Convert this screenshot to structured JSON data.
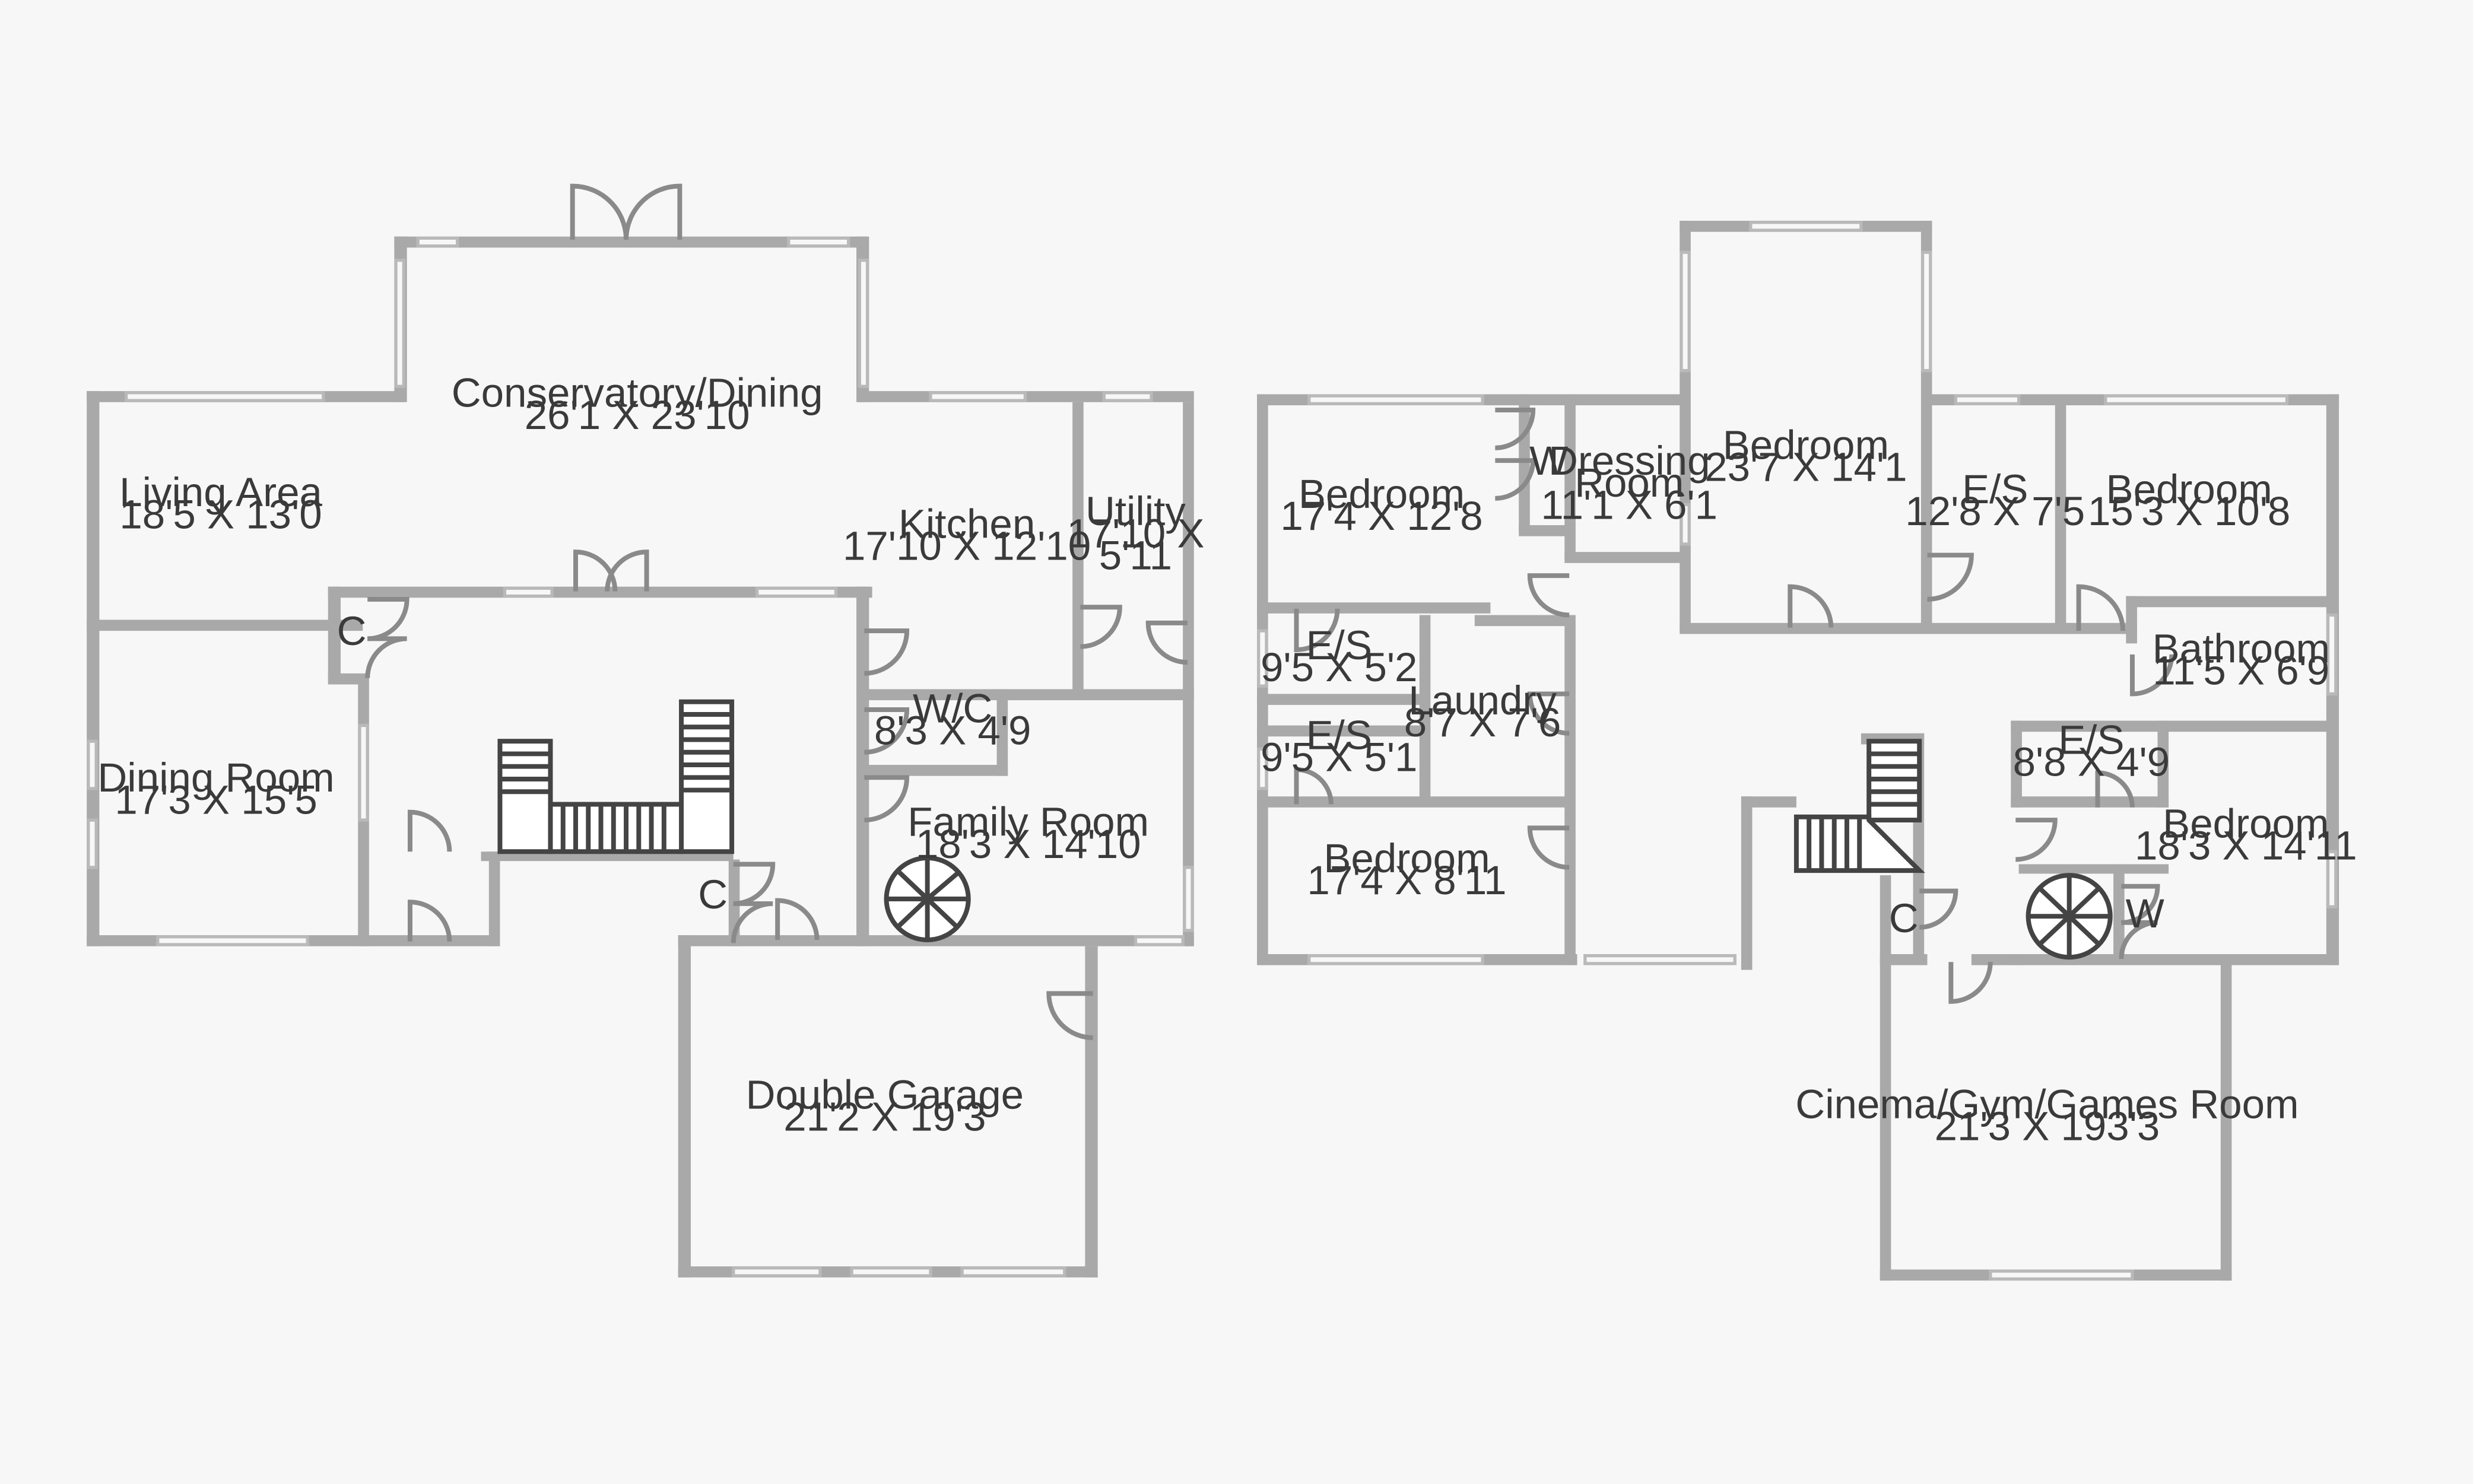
{
  "ground_floor": {
    "rooms": [
      {
        "name": "Conservatory/Dining",
        "dims": "26'1 X 23'10"
      },
      {
        "name": "Living Area",
        "dims": "18'5 X 13'0"
      },
      {
        "name": "Kitchen",
        "dims": "17'10 X 12'10"
      },
      {
        "name": "Utility",
        "dims": "17'10 X",
        "dims2": "5'11"
      },
      {
        "name": "Dining Room",
        "dims": "17'3 X 15'5"
      },
      {
        "name": "W/C",
        "dims": "8'3 X 4'9"
      },
      {
        "name": "Family Room",
        "dims": "18'3 X 14'10"
      },
      {
        "name": "Double Garage",
        "dims": "21'2 X 19'3"
      }
    ],
    "cupboards": [
      "C",
      "C"
    ]
  },
  "first_floor": {
    "rooms": [
      {
        "name": "Bedroom",
        "dims": "17'4 X 12'8"
      },
      {
        "name": "Dressing",
        "name2": "Room",
        "dims": "11'1 X 6'1"
      },
      {
        "name": "Bedroom",
        "dims": "23'7 X 14'1"
      },
      {
        "name": "E/S",
        "dims": "12'8 X 7'5"
      },
      {
        "name": "Bedroom",
        "dims": "15'3 X 10'8"
      },
      {
        "name": "E/S",
        "dims": "9'5  X 5'2"
      },
      {
        "name": "Laundry",
        "dims": "8'7 X 7'6"
      },
      {
        "name": "E/S",
        "dims": "9'5 X 5'1"
      },
      {
        "name": "Bedroom",
        "dims": "17'4 X 8'11"
      },
      {
        "name": "Bathroom",
        "dims": "11'5 X 6'9"
      },
      {
        "name": "E/S",
        "dims": "8'8 X 4'9"
      },
      {
        "name": "Bedroom",
        "dims": "18'3 X 14'11"
      },
      {
        "name": "Cinema/Gym/Games Room",
        "dims": "21'3 X 193'3"
      }
    ],
    "wardrobes": [
      "W",
      "W"
    ],
    "cupboards": [
      "C"
    ]
  }
}
